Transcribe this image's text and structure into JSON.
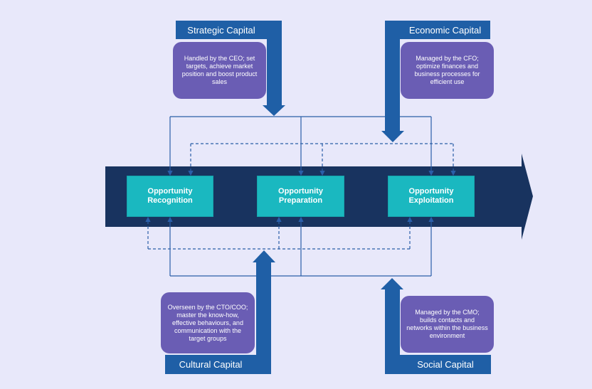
{
  "colors": {
    "background": "#e8e8fa",
    "main_arrow": "#18335f",
    "capital_arrow": "#1f5fa6",
    "description_box": "#6a5db4",
    "stage_box": "#1ab8c0",
    "connector": "#2a5ea8"
  },
  "stages": [
    {
      "label": "Opportunity\nRecognition"
    },
    {
      "label": "Opportunity\nPreparation"
    },
    {
      "label": "Opportunity\nExploitation"
    }
  ],
  "capitals": {
    "strategic": {
      "title": "Strategic Capital",
      "description": "Handled by the CEO; set targets, achieve market position and boost product sales"
    },
    "economic": {
      "title": "Economic Capital",
      "description": "Managed by the CFO; optimize finances and business processes for efficient use"
    },
    "cultural": {
      "title": "Cultural Capital",
      "description": "Overseen by the CTO/COO; master the know-how, effective behaviours, and communication with the target groups"
    },
    "social": {
      "title": "Social Capital",
      "description": "Managed by the CMO; builds contacts and networks within the business environment"
    }
  }
}
